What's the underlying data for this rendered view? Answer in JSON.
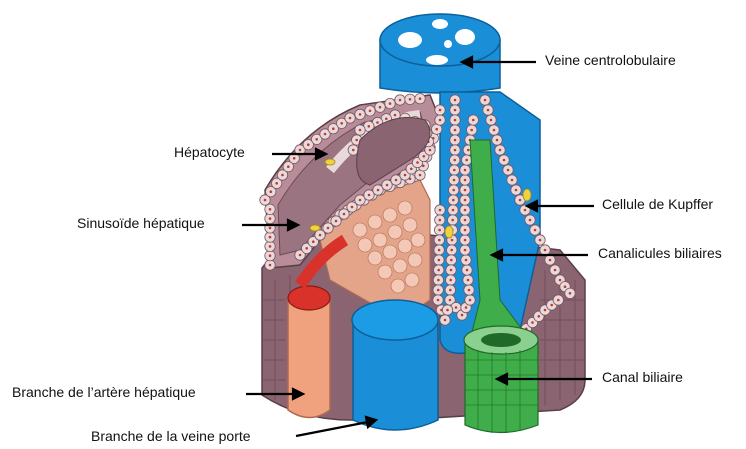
{
  "labels": {
    "central_vein": "Veine centrolobulaire",
    "hepatocyte": "Hépatocyte",
    "kupffer_cell": "Cellule de Kupffer",
    "sinusoid": "Sinusoïde hépatique",
    "bile_canaliculi": "Canalicules biliaires",
    "bile_duct": "Canal biliaire",
    "hepatic_artery": "Branche de l’artère hépatique",
    "portal_vein": "Branche de la veine porte"
  },
  "colors": {
    "vein_blue": "#1a8fd8",
    "vein_dark": "#0d6fb3",
    "tissue_brown": "#8a6470",
    "hepatocyte_fill": "#e8dadb",
    "sinusoid_mauve": "#b88c98",
    "artery_red": "#d9322a",
    "artery_peach": "#f0a27f",
    "bile_green": "#3fae4a",
    "kupffer_yellow": "#f2d23c"
  }
}
